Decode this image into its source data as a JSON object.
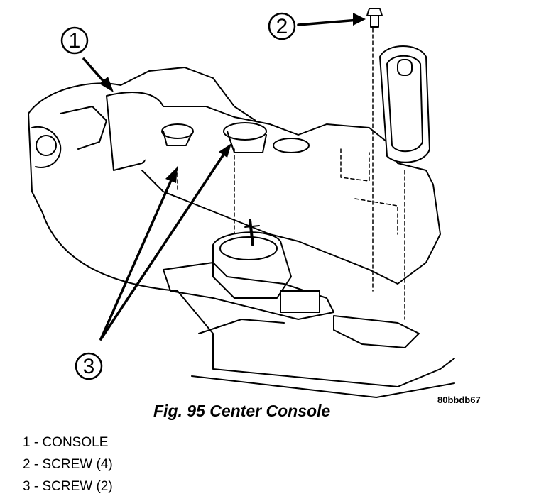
{
  "figure": {
    "title": "Fig. 95 Center Console",
    "code": "80bbdb67"
  },
  "callouts": [
    {
      "number": "1"
    },
    {
      "number": "2"
    },
    {
      "number": "3"
    }
  ],
  "legend": [
    "1 - CONSOLE",
    "2 - SCREW (4)",
    "3 - SCREW (2)"
  ]
}
